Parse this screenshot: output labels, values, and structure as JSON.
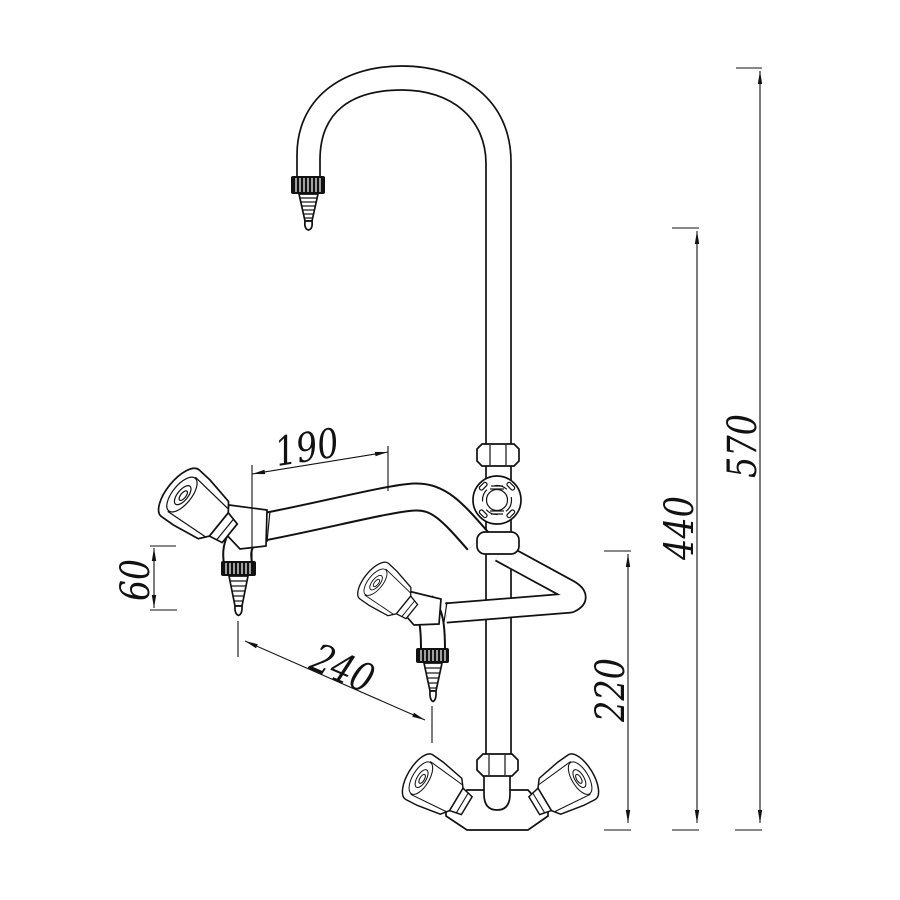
{
  "drawing": {
    "subject": "three-outlet laboratory gooseneck tap - dimensioned technical drawing",
    "background_color": "#ffffff",
    "line_color": "#111111",
    "dimensions": {
      "spout_reach": {
        "label": "190"
      },
      "nozzle_length": {
        "label": "60"
      },
      "outlet_spacing": {
        "label": "240"
      },
      "arm_height": {
        "label": "220"
      },
      "spout_height": {
        "label": "440"
      },
      "total_height": {
        "label": "570"
      }
    }
  }
}
